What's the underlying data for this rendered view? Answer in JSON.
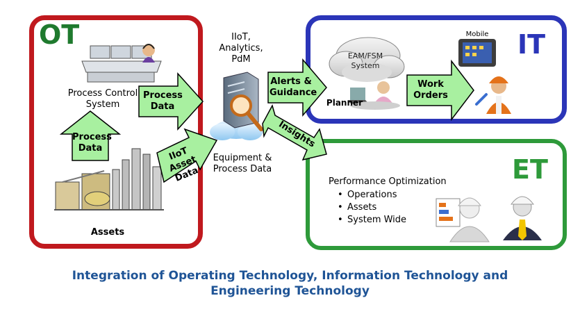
{
  "ot": {
    "title": "OT",
    "process_control_system": "Process Control System",
    "assets": "Assets",
    "arrow_process_data_up": "Process Data",
    "arrow_process_data_right": "Process Data",
    "arrow_iiot_asset_data": "IIoT Asset Data"
  },
  "center": {
    "top_label": "IIoT, Analytics, PdM",
    "bottom_label": "Equipment & Process Data",
    "arrow_alerts": "Alerts & Guidance",
    "arrow_insights": "Insights"
  },
  "it": {
    "title": "IT",
    "cloud_label": "EAM/FSM System",
    "planner": "Planner",
    "mobile": "Mobile",
    "arrow_work_orders": "Work Orders"
  },
  "et": {
    "title": "ET",
    "heading": "Performance Optimization",
    "items": [
      "Operations",
      "Assets",
      "System Wide"
    ]
  },
  "caption": {
    "line1": "Integration of Operating Technology, Information Technology and",
    "line2": "Engineering Technology"
  },
  "colors": {
    "ot_border": "#c0191e",
    "ot_title": "#1f7a2e",
    "it_border": "#2b35b8",
    "it_title": "#2b35b8",
    "et_border": "#2e9a3a",
    "et_title": "#2e9a3a",
    "arrow_fill": "#a8f0a0",
    "caption": "#1f5496"
  }
}
